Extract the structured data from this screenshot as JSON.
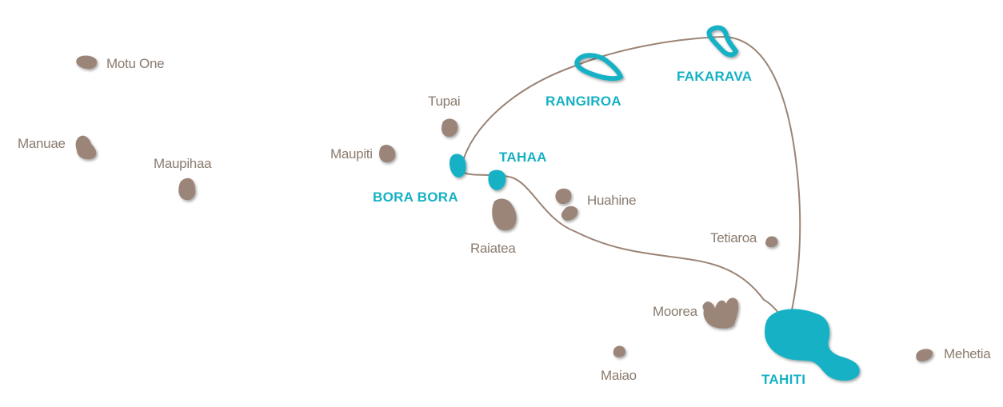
{
  "colors": {
    "background": "#ffffff",
    "route": "#9b8475",
    "visited_island": "#15b1c4",
    "other_island": "#9b8478",
    "major_label": "#15b1c4",
    "minor_label": "#8b7b6e"
  },
  "islands": {
    "motu_one": "Motu One",
    "manuae": "Manuae",
    "maupihaa": "Maupihaa",
    "maupiti": "Maupiti",
    "tupai": "Tupai",
    "bora_bora": "BORA BORA",
    "tahaa": "TAHAA",
    "raiatea": "Raiatea",
    "huahine": "Huahine",
    "rangiroa": "RANGIROA",
    "fakarava": "FAKARAVA",
    "tetiaroa": "Tetiaroa",
    "moorea": "Moorea",
    "maiao": "Maiao",
    "tahiti": "TAHITI",
    "mehetia": "Mehetia"
  }
}
